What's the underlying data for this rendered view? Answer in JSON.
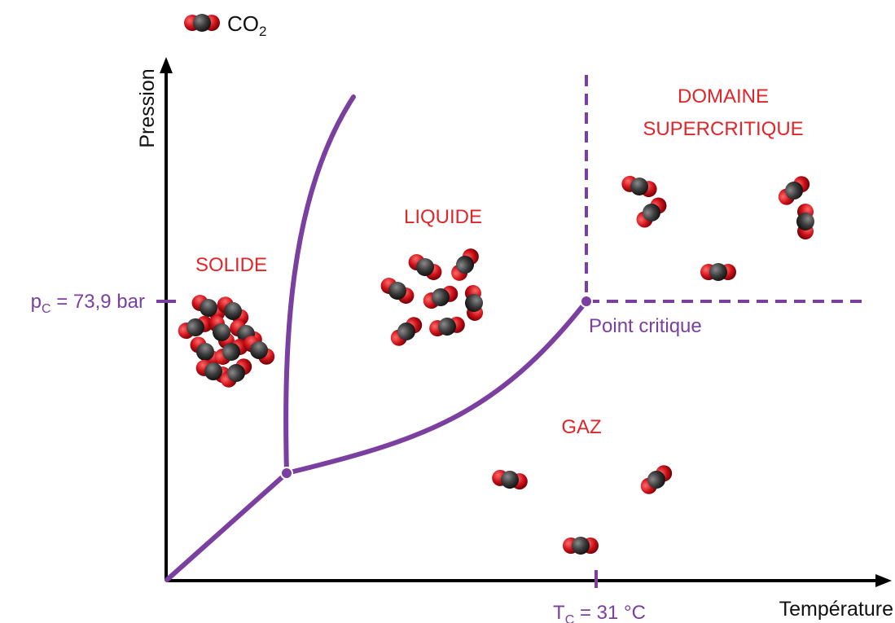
{
  "legend": {
    "molecule_label": "CO",
    "molecule_sub": "2"
  },
  "axes": {
    "y_label": "Pression",
    "x_label": "Température"
  },
  "markers": {
    "pc_prefix": "p",
    "pc_sub": "C",
    "pc_value": " = 73,9 bar",
    "tc_prefix": "T",
    "tc_sub": "C",
    "tc_value": " = 31 °C"
  },
  "regions": {
    "solid": "SOLIDE",
    "liquid": "LIQUIDE",
    "gas": "GAZ",
    "supercritical_line1": "DOMAINE",
    "supercritical_line2": "SUPERCRITIQUE"
  },
  "points": {
    "critical": "Point critique"
  },
  "colors": {
    "phase_line": "#7b3fa0",
    "region_text": "#e0262a",
    "oxygen": "#d0121a",
    "carbon": "#3a3a3a"
  }
}
